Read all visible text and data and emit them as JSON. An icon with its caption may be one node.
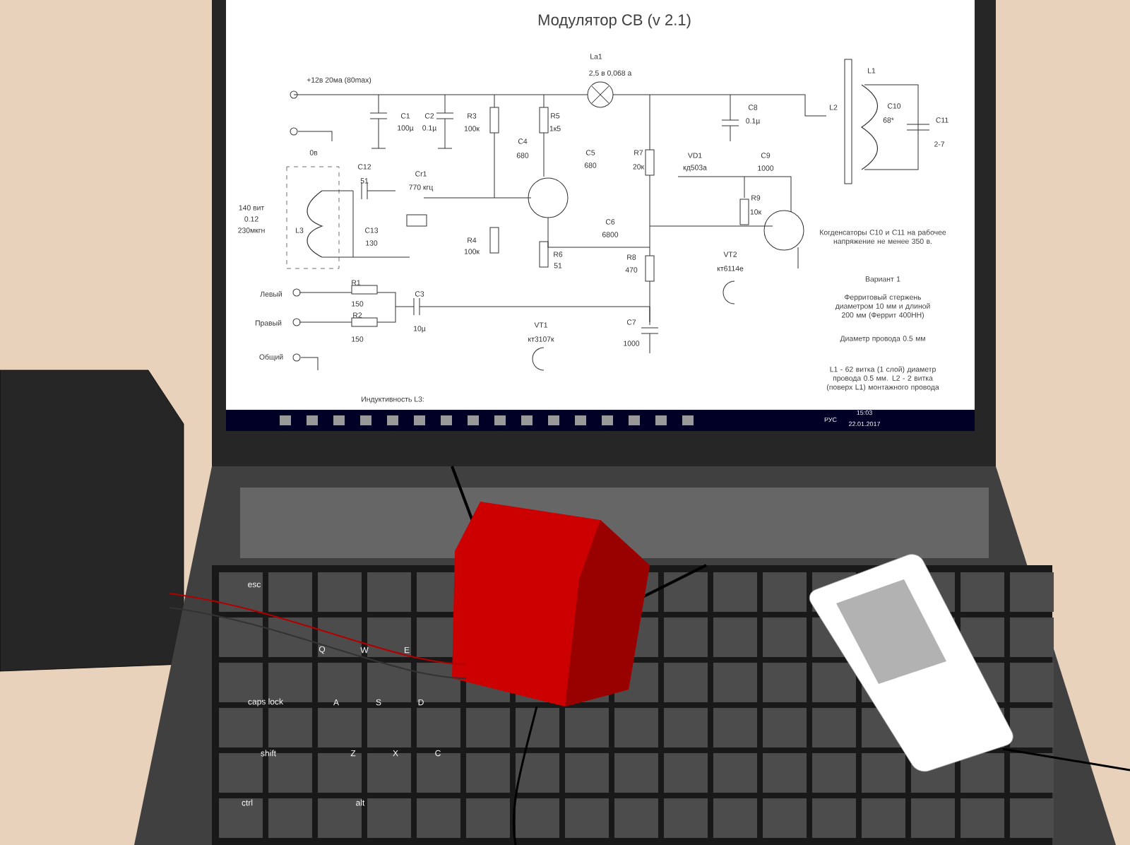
{
  "diagram": {
    "title": "Модулятор СВ (v 2.1)",
    "labels": [
      "+12в 20ма (80max)",
      "La1",
      "2,5 в 0,068 а",
      "L1",
      "L2",
      "C10",
      "68*",
      "C11",
      "2-7",
      "0в",
      "C1",
      "100µ",
      "C2",
      "0.1µ",
      "R3",
      "100к",
      "C4",
      "680",
      "R5",
      "1к5",
      "C5",
      "680",
      "C8",
      "0.1µ",
      "R7",
      "20к",
      "VD1",
      "кд503а",
      "C9",
      "1000",
      "R9",
      "10к",
      "C12",
      "51",
      "Cr1",
      "770 кгц",
      "140 вит",
      "0.12",
      "230мкгн",
      "L3",
      "C13",
      "130",
      "R4",
      "100к",
      "C6",
      "6800",
      "R6",
      "51",
      "Когденсаторы C10 и C11 на рабочее напряжение не менее 350 в.",
      "R8",
      "470",
      "VT2",
      "кт6114е",
      "Левый",
      "R1",
      "150",
      "C3",
      "Правый",
      "R2",
      "150",
      "10µ",
      "Вариант 1",
      "Ферритовый стержень диаметром 10 мм и длиной 200 мм (Феррит 400НН)",
      "Диаметр провода 0.5 мм",
      "C7",
      "1000",
      "VT1",
      "кт3107к",
      "Общий",
      "L1 - 62 витка (1 слой) диаметр провода 0.5 мм. L2 - 2 витка (поверх L1) монтажного провода",
      "Индуктивность L3:",
      "РУС",
      "15:03",
      "22.01.2017",
      "esc",
      "Q",
      "W",
      "E",
      "A",
      "S",
      "D",
      "caps lock",
      "shift",
      "Z",
      "X",
      "C",
      "ctrl",
      "alt"
    ]
  }
}
